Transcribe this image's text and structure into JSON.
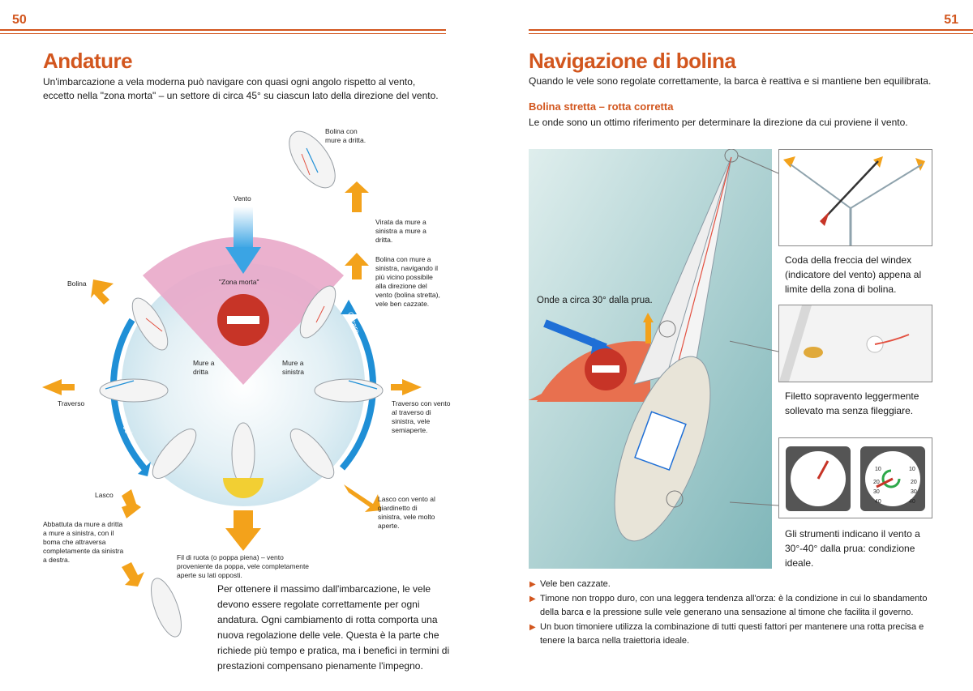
{
  "left": {
    "page_number": "50",
    "title": "Andature",
    "intro": "Un'imbarcazione a vela moderna può navigare con quasi ogni angolo rispetto al vento, eccetto nella \"zona morta\" – un settore di circa 45° su ciascun lato della direzione del vento.",
    "diagram": {
      "vento": "Vento",
      "zona_morta": "\"Zona morta\"",
      "mure_dritta": "Mure a dritta",
      "mure_sinistra": "Mure a sinistra",
      "orzare": "Orzare",
      "poggiare": "Poggiare",
      "bolina_dritta": "Bolina con mure a dritta.",
      "virata": "Virata da mure a sinistra a mure a dritta.",
      "bolina_sinistra": "Bolina con mure a sinistra, navigando il più vicino possibile alla direzione del vento (bolina stretta), vele ben cazzate.",
      "bolina": "Bolina",
      "traverso": "Traverso",
      "traverso_sinistra": "Traverso con vento al traverso di sinistra, vele semiaperte.",
      "lasco": "Lasco",
      "lasco_sinistra": "Lasco con vento al giardinetto di sinistra, vele molto aperte.",
      "abbattuta": "Abbattuta da mure a dritta a mure a sinistra, con il boma che attraversa completamente da sinistra a destra.",
      "fil_di_ruota": "Fil di ruota (o poppa piena) – vento proveniente da poppa, vele completamente aperte su lati opposti."
    },
    "body": "Per ottenere il massimo dall'imbarcazione, le vele devono essere regolate correttamente per ogni andatura. Ogni cambiamento di rotta comporta una nuova regolazione delle vele. Questa è la parte che richiede più tempo e pratica, ma i benefici in termini di prestazioni compensano pienamente l'impegno."
  },
  "right": {
    "page_number": "51",
    "title": "Navigazione di bolina",
    "intro": "Quando le vele sono regolate correttamente, la barca è reattiva e si mantiene ben equilibrata.",
    "subtitle": "Bolina stretta – rotta corretta",
    "subintro": "Le onde sono un ottimo riferimento per determinare la direzione da cui proviene il vento.",
    "onde_label": "Onde a circa 30° dalla prua.",
    "windex_caption": "Coda della freccia del windex (indicatore del vento) appena al limite della zona di bolina.",
    "filetto_caption": "Filetto sopravento leggermente sollevato ma senza fileggiare.",
    "strumenti_caption": "Gli strumenti indicano il vento a 30°-40° dalla prua: condizione ideale.",
    "gauge_ticks": [
      "10",
      "20",
      "30",
      "40",
      "10",
      "20",
      "30",
      "40"
    ],
    "bullets": [
      "Vele ben cazzate.",
      "Timone non troppo duro, con una leggera tendenza all'orza: è la condizione in cui lo sbandamento della barca e la pressione sulle vele generano una sensazione al timone che facilita il governo.",
      "Un buon timoniere utilizza la combinazione di tutti questi fattori per mantenere una rotta precisa e tenere la barca nella traiettoria ideale."
    ]
  },
  "colors": {
    "accent": "#d2561e",
    "arrow_orange": "#f3a21b",
    "blue_arrow": "#1f8fd6",
    "pink_zone": "#e9a9c9",
    "light_blue": "#cfe6ef",
    "sea": "#8fc2c5"
  }
}
